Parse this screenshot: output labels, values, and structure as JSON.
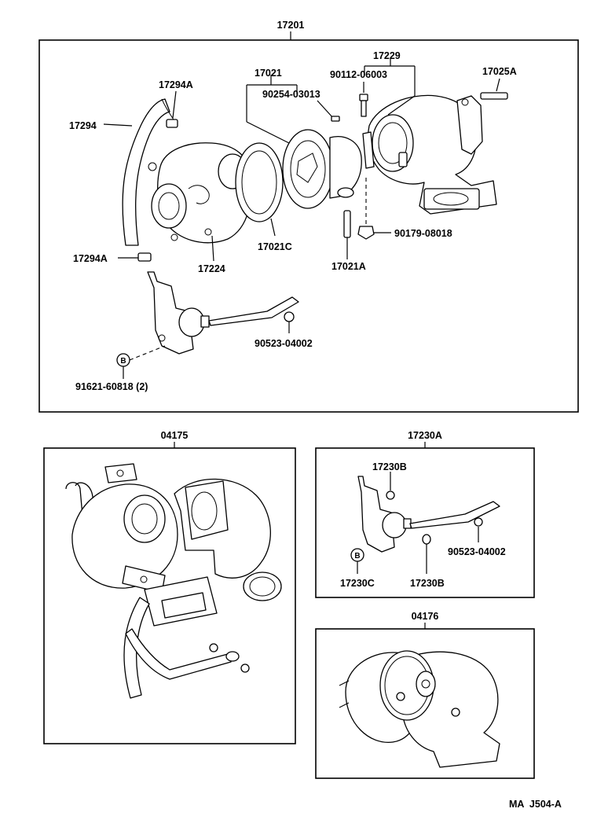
{
  "labels": {
    "assy_main": "17201",
    "hose": "17294",
    "clip_upper": "17294A",
    "clip_lower": "17294A",
    "compressor_housing": "17224",
    "cartridge": "17021",
    "screw_cartridge": "90254-03013",
    "gasket_17021c": "17021C",
    "stud_17021a": "17021A",
    "turbine_housing": "17229",
    "bolt_90112": "90112-06003",
    "stud_17025a": "17025A",
    "nut_90179": "90179-08018",
    "washer_90523_main": "90523-04002",
    "bolt_91621": "91621-60818 (2)",
    "kit_04175": "04175",
    "actuator_assy": "17230A",
    "washer_17230b_top": "17230B",
    "washer_90523_actuator": "90523-04002",
    "bolt_17230c": "17230C",
    "washer_17230b_bottom": "17230B",
    "kit_04176": "04176",
    "circle_b_main": "B",
    "circle_b_actuator": "B",
    "footer_code": "MA  J504-A"
  }
}
